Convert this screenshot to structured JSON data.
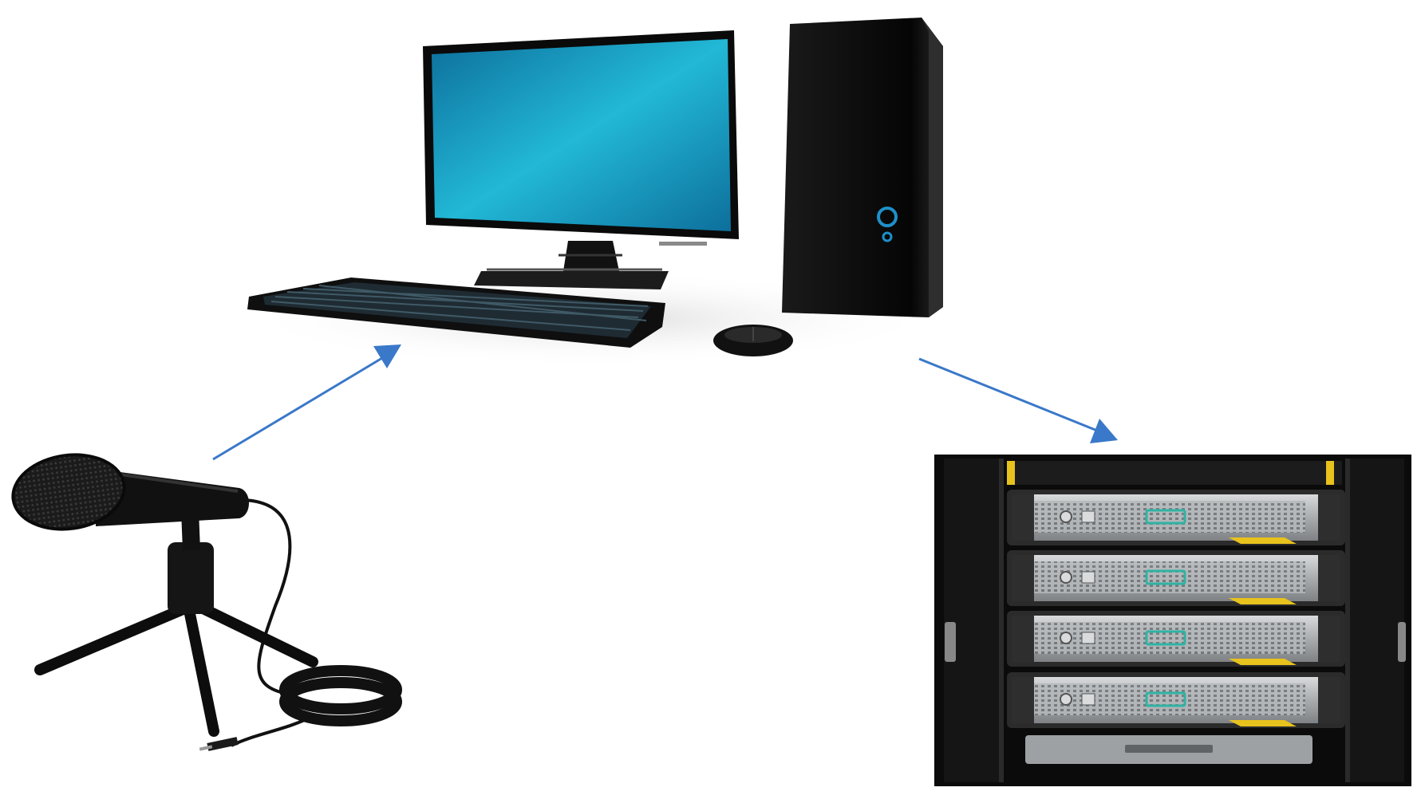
{
  "diagram": {
    "nodes": [
      {
        "id": "microphone",
        "icon": "microphone-icon"
      },
      {
        "id": "desktop-computer",
        "icon": "desktop-computer-icon"
      },
      {
        "id": "server-rack",
        "icon": "server-rack-icon"
      }
    ],
    "edges": [
      {
        "from": "microphone",
        "to": "desktop-computer"
      },
      {
        "from": "desktop-computer",
        "to": "server-rack"
      }
    ],
    "colors": {
      "arrow": "#3a78c9",
      "screen_light": "#22b8d6",
      "screen_dark": "#0d6f9c",
      "device_body": "#111111",
      "rack_frame": "#0b0b0b",
      "server_silver": "#b9bcbf",
      "server_label": "#2fb3a3",
      "server_tag": "#e8c21d"
    }
  }
}
